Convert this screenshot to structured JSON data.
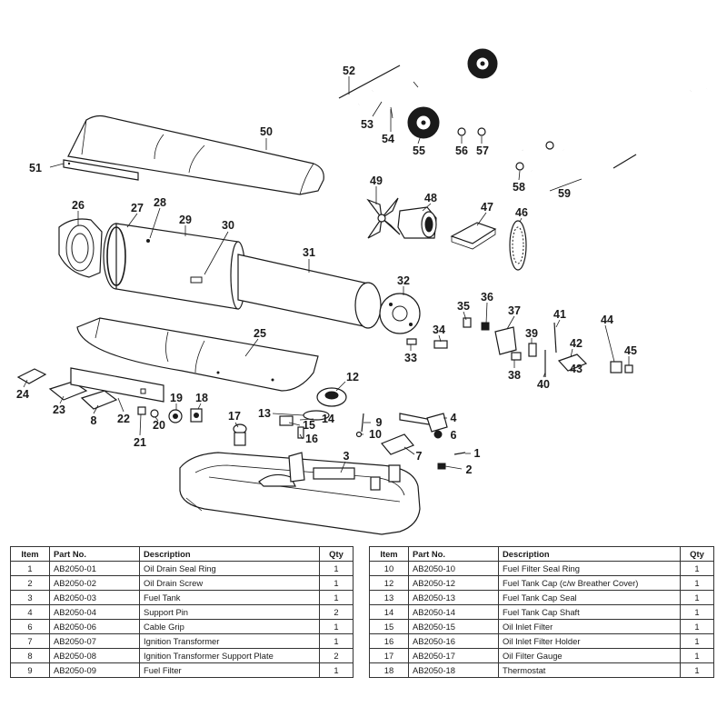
{
  "colors": {
    "line": "#1a1a1a",
    "border": "#333333",
    "background": "#ffffff"
  },
  "callouts": [
    "52",
    "53",
    "54",
    "55",
    "56",
    "57",
    "58",
    "59",
    "50",
    "51",
    "26",
    "27",
    "28",
    "29",
    "30",
    "31",
    "49",
    "48",
    "47",
    "46",
    "32",
    "35",
    "36",
    "37",
    "34",
    "33",
    "39",
    "38",
    "40",
    "41",
    "42",
    "43",
    "44",
    "45",
    "25",
    "24",
    "23",
    "8",
    "22",
    "21",
    "19",
    "20",
    "18",
    "17",
    "12",
    "13",
    "14",
    "15",
    "16",
    "9",
    "10",
    "4",
    "6",
    "7",
    "3",
    "1",
    "2"
  ],
  "parts_table": {
    "headers": {
      "item": "Item",
      "part_no": "Part No.",
      "description": "Description",
      "qty": "Qty"
    },
    "left": [
      {
        "item": "1",
        "part_no": "AB2050-01",
        "description": "Oil Drain Seal Ring",
        "qty": "1"
      },
      {
        "item": "2",
        "part_no": "AB2050-02",
        "description": "Oil Drain Screw",
        "qty": "1"
      },
      {
        "item": "3",
        "part_no": "AB2050-03",
        "description": "Fuel Tank",
        "qty": "1"
      },
      {
        "item": "4",
        "part_no": "AB2050-04",
        "description": "Support Pin",
        "qty": "2"
      },
      {
        "item": "6",
        "part_no": "AB2050-06",
        "description": "Cable Grip",
        "qty": "1"
      },
      {
        "item": "7",
        "part_no": "AB2050-07",
        "description": "Ignition Transformer",
        "qty": "1"
      },
      {
        "item": "8",
        "part_no": "AB2050-08",
        "description": "Ignition Transformer Support Plate",
        "qty": "2"
      },
      {
        "item": "9",
        "part_no": "AB2050-09",
        "description": "Fuel Filter",
        "qty": "1"
      }
    ],
    "right": [
      {
        "item": "10",
        "part_no": "AB2050-10",
        "description": "Fuel Filter Seal Ring",
        "qty": "1"
      },
      {
        "item": "12",
        "part_no": "AB2050-12",
        "description": "Fuel Tank Cap (c/w Breather Cover)",
        "qty": "1"
      },
      {
        "item": "13",
        "part_no": "AB2050-13",
        "description": "Fuel Tank Cap Seal",
        "qty": "1"
      },
      {
        "item": "14",
        "part_no": "AB2050-14",
        "description": "Fuel Tank Cap Shaft",
        "qty": "1"
      },
      {
        "item": "15",
        "part_no": "AB2050-15",
        "description": "Oil Inlet Filter",
        "qty": "1"
      },
      {
        "item": "16",
        "part_no": "AB2050-16",
        "description": "Oil Inlet Filter Holder",
        "qty": "1"
      },
      {
        "item": "17",
        "part_no": "AB2050-17",
        "description": "Oil Filter Gauge",
        "qty": "1"
      },
      {
        "item": "18",
        "part_no": "AB2050-18",
        "description": "Thermostat",
        "qty": "1"
      }
    ]
  }
}
